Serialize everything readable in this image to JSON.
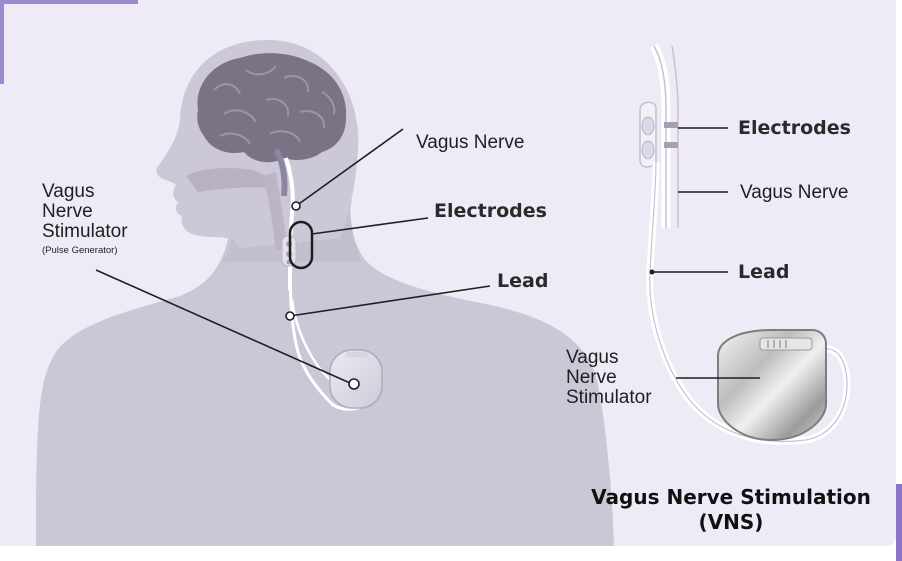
{
  "colors": {
    "background": "#eeebf6",
    "silhouette": "#ccc7d6",
    "silhouette_dark": "#b8b2c4",
    "brain": "#7a7386",
    "accent": "#8a74c6",
    "line": "#222222"
  },
  "body_diagram": {
    "vagus_nerve_label": "Vagus Nerve",
    "electrodes_label": "Electrodes",
    "lead_label": "Lead",
    "stimulator_label_lines": [
      "Vagus",
      "Nerve",
      "Stimulator"
    ],
    "stimulator_sublabel": "(Pulse Generator)"
  },
  "detail_diagram": {
    "electrodes_label": "Electrodes",
    "vagus_nerve_label": "Vagus Nerve",
    "lead_label": "Lead",
    "stimulator_label_lines": [
      "Vagus",
      "Nerve",
      "Stimulator"
    ]
  },
  "title_lines": [
    "Vagus Nerve Stimulation",
    "(VNS)"
  ]
}
